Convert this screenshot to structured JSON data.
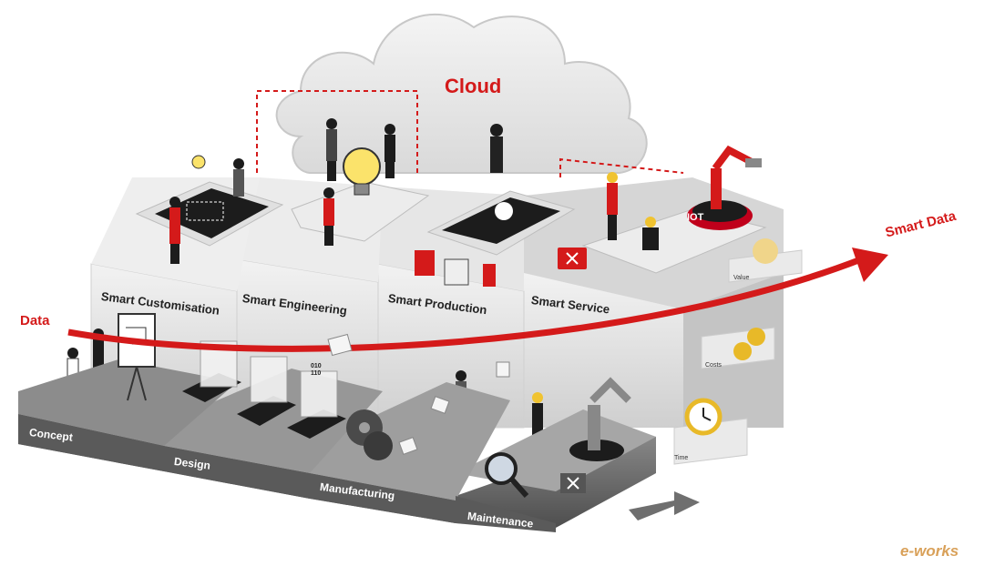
{
  "cloud": {
    "label": "Cloud"
  },
  "data_arrow": {
    "start_label": "Data",
    "end_label": "Smart Data"
  },
  "smart_stages": [
    {
      "label": "Smart Customisation"
    },
    {
      "label": "Smart Engineering"
    },
    {
      "label": "Smart Production"
    },
    {
      "label": "Smart Service"
    }
  ],
  "base_stages": [
    {
      "label": "Concept"
    },
    {
      "label": "Design"
    },
    {
      "label": "Manufacturing"
    },
    {
      "label": "Maintenance"
    }
  ],
  "side_panels": [
    {
      "label": "Value"
    },
    {
      "label": "Costs"
    },
    {
      "label": "Time"
    }
  ],
  "iot": {
    "label": "IOT"
  },
  "screen_codes": {
    "line1": "010",
    "line2": "110"
  },
  "watermark": {
    "text": "e-works"
  },
  "colors": {
    "accent_red": "#d41a1a",
    "dark_gray": "#5a5a5a",
    "light_block": "#e9e9e9"
  }
}
